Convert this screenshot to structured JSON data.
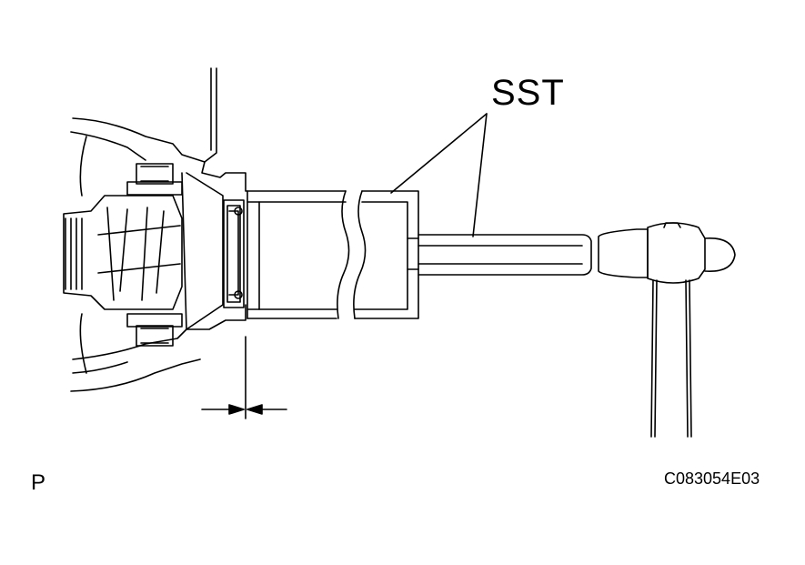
{
  "labels": {
    "sst": "SST",
    "corner_mark": "P",
    "figure_code": "C083054E03"
  },
  "colors": {
    "line": "#000000",
    "background": "#ffffff"
  }
}
